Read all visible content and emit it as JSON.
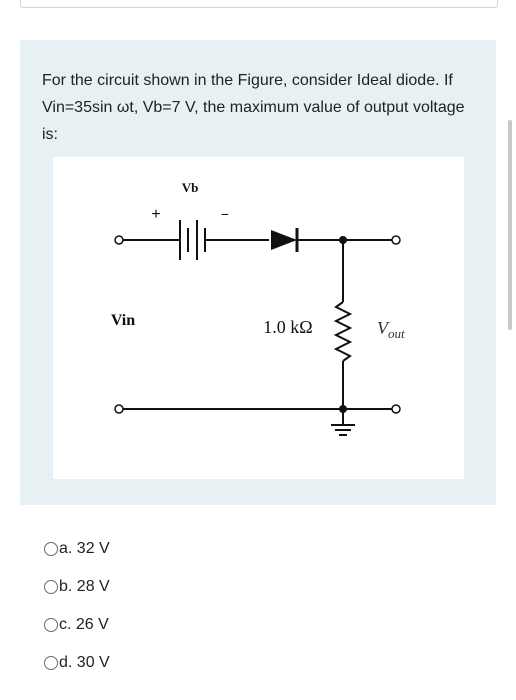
{
  "question": {
    "text": "For the circuit shown in the Figure, consider Ideal diode. If Vin=35sin ωt, Vb=7 V, the maximum value of output voltage is:"
  },
  "figure": {
    "battery_label": "Vb",
    "plus_sign": "+",
    "minus_sign": "−",
    "input_label": "Vin",
    "resistor_label": "1.0 kΩ",
    "output_label_main": "V",
    "output_label_sub": "out"
  },
  "options": [
    {
      "letter": "a.",
      "value": "32 V"
    },
    {
      "letter": "b.",
      "value": "28 V"
    },
    {
      "letter": "c.",
      "value": "26 V"
    },
    {
      "letter": "d.",
      "value": "30 V"
    }
  ],
  "colors": {
    "panel_bg": "#e7f1f4",
    "wire": "#111111"
  }
}
